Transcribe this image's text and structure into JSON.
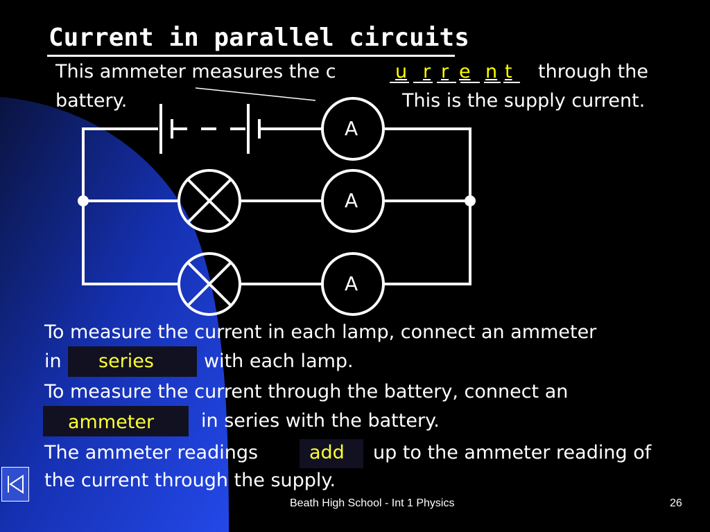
{
  "slide": {
    "title": "Current in parallel circuits",
    "line1_prefix": "This ammeter measures the  c",
    "blank_letters": [
      "u",
      "r",
      "r",
      "e",
      "n",
      "t"
    ],
    "line1_suffix": "through the",
    "line2_left": "battery.",
    "line2_right": "This is the supply current."
  },
  "circuit": {
    "ammeter_symbol": "A",
    "ammeter_count": 3,
    "lamp_count": 2,
    "cell_count": 2
  },
  "questions": {
    "q1_line1": "To measure the current in each lamp, connect an ammeter",
    "q1_line2_prefix": "in",
    "q1_answer": "series",
    "q1_line2_suffix": "with each lamp.",
    "q2_line1": "To measure the current through the battery, connect an",
    "q2_answer": "ammeter",
    "q2_line2_suffix": "in series with the battery.",
    "q3_line1_prefix": "The ammeter readings",
    "q3_answer": "add",
    "q3_line1_suffix": "up to the ammeter reading of",
    "q3_line2": "the current through the supply."
  },
  "footer": {
    "school": "Beath High School - Int 1 Physics",
    "page_number": "26"
  },
  "nav": {
    "icon": "first-slide-icon"
  },
  "colors": {
    "background": "#000000",
    "accent_blue": "#1f3fd0",
    "answer_text": "#ffff33",
    "text": "#ffffff"
  }
}
